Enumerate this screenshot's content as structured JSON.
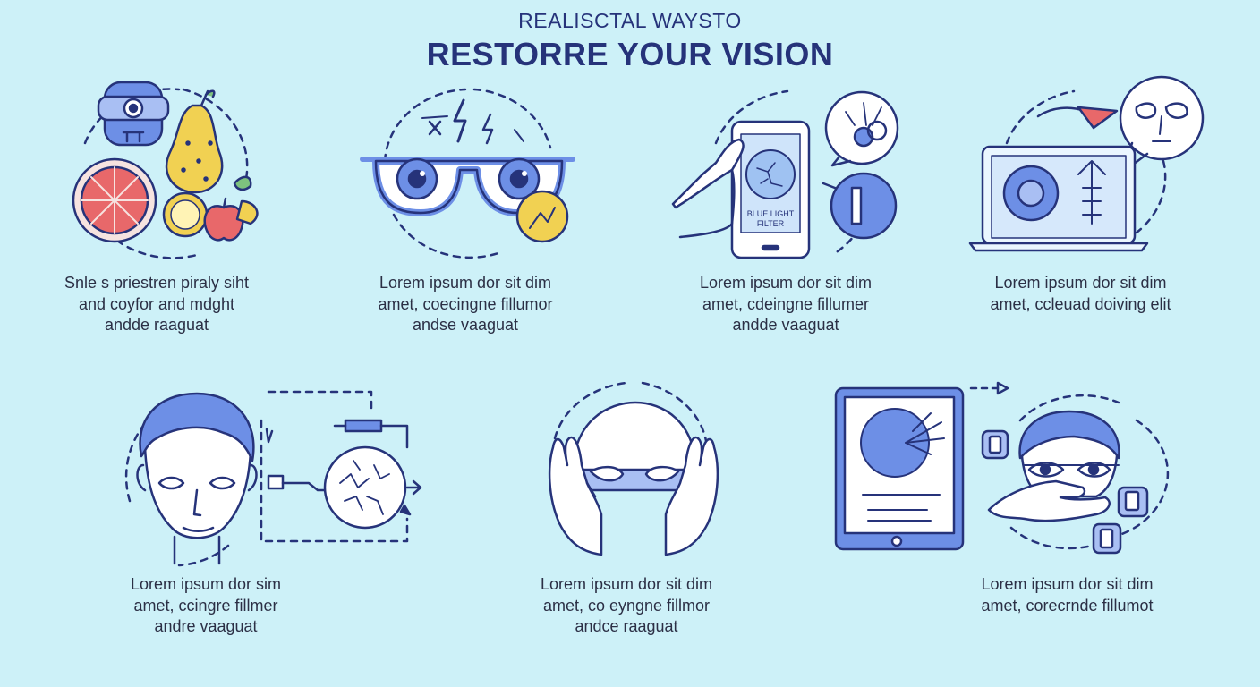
{
  "header": {
    "supertitle": "REALISCTAL WAYSTO",
    "title": "RESTORRE  YOUR VISION"
  },
  "panels": [
    {
      "lines": [
        "Snle s priestren piraly siht",
        "and coyfor and mdght",
        "andde raaguat"
      ]
    },
    {
      "lines": [
        "Lorem ipsum dor sit dim",
        "amet, coecingne fillumor",
        "andse vaaguat"
      ]
    },
    {
      "lines": [
        "Lorem ipsum dor sit dim",
        "amet, cdeingne fillumer",
        "andde vaaguat"
      ],
      "phone_label": [
        "BLUE LIGHT",
        "FILTER"
      ]
    },
    {
      "lines": [
        "Lorem ipsum dor sit dim",
        "amet, ccleuad doiving elit"
      ]
    },
    {
      "lines": [
        "Lorem ipsum dor sim",
        "amet, ccingre fillmer",
        "andre vaaguat"
      ]
    },
    {
      "lines": [
        "Lorem ipsum dor sit dim",
        "amet, co eyngne fillmor",
        "andce raaguat"
      ]
    },
    {
      "lines": [
        "Lorem ipsum dor sit dim",
        "amet, corecrnde fillumot"
      ]
    }
  ],
  "colors": {
    "background": "#cdf1f8",
    "outline": "#26337a",
    "accent_blue": "#6d8fe6",
    "yellow": "#f1d152",
    "red": "#e8686a"
  }
}
